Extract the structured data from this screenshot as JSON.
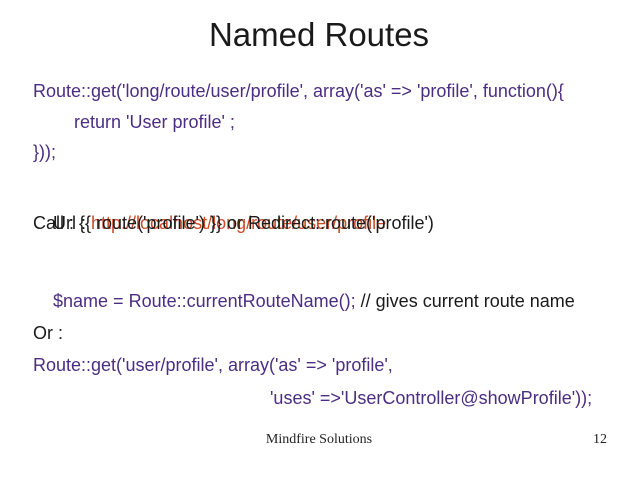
{
  "slide": {
    "title": "Named Routes",
    "code_block_1": {
      "line1": "Route::get('long/route/user/profile', array('as' => 'profile', function(){",
      "line2": "return 'User profile' ;",
      "line3": "}));"
    },
    "url_line": {
      "label": "Url : ",
      "url": "http://localhost/long/route/user/profile"
    },
    "call_line": "Call : {{ route('profile') }} or Redirect::route('profile')",
    "current_route_line": {
      "code": "$name = Route::currentRouteName(); ",
      "comment": "// gives current route name"
    },
    "or_label": "Or :",
    "code_block_2": {
      "line1": "Route::get('user/profile', array('as' => 'profile',",
      "line2": "'uses' =>'UserController@showProfile'));"
    },
    "footer": {
      "company": "Mindfire Solutions",
      "page_number": "12"
    },
    "colors": {
      "code_purple": "#4b2d82",
      "url_orange": "#cc4b28",
      "text_black": "#1a1a1a"
    }
  }
}
